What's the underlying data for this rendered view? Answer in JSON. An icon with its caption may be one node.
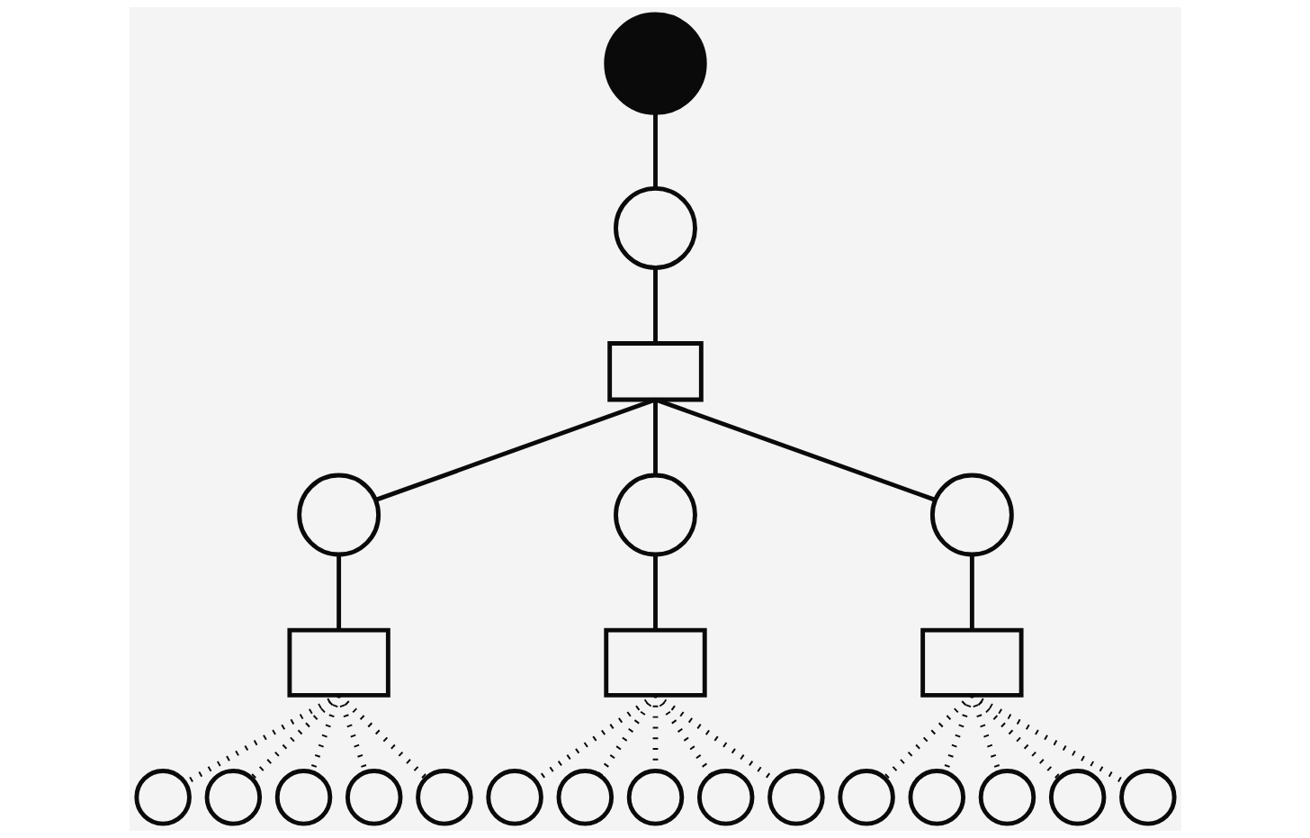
{
  "diagram": {
    "nodes": [
      {
        "text": [],
        "shape": "circle"
      },
      {
        "text": [],
        "shape": "circle"
      },
      {
        "text": [],
        "shape": "box"
      },
      {
        "text": [],
        "shape": "circle"
      },
      {
        "text": [],
        "shape": "circle"
      },
      {
        "text": [],
        "shape": "circle"
      },
      {
        "text": [],
        "shape": "box"
      },
      {
        "text": [],
        "shape": "box"
      },
      {
        "text": [],
        "shape": "box"
      },
      {
        "text": [],
        "shape": "circle"
      },
      {
        "text": [],
        "shape": "circle"
      },
      {
        "text": [],
        "shape": "circle"
      },
      {
        "text": [],
        "shape": "circle"
      },
      {
        "text": [],
        "shape": "circle"
      },
      {
        "text": [],
        "shape": "circle"
      },
      {
        "text": [],
        "shape": "circle"
      },
      {
        "text": [],
        "shape": "circle"
      },
      {
        "text": [],
        "shape": "circle"
      },
      {
        "text": [],
        "shape": "circle"
      },
      {
        "text": [],
        "shape": "circle"
      },
      {
        "text": [],
        "shape": "circle"
      },
      {
        "text": [],
        "shape": "circle"
      },
      {
        "text": [],
        "shape": "circle"
      },
      {
        "text": [],
        "shape": "circle"
      }
    ],
    "edges": [
      {
        "from": 0,
        "to": 1,
        "arrow": "none"
      },
      {
        "from": 1,
        "to": 2,
        "arrow": "none"
      },
      {
        "from": 2,
        "to": 3,
        "arrow": "none"
      },
      {
        "from": 2,
        "to": 4,
        "arrow": "none"
      },
      {
        "from": 2,
        "to": 5,
        "arrow": "none"
      },
      {
        "from": 3,
        "to": 6,
        "arrow": "none"
      },
      {
        "from": 4,
        "to": 7,
        "arrow": "none"
      },
      {
        "from": 5,
        "to": 8,
        "arrow": "none"
      },
      {
        "from": 6,
        "to": 9,
        "arrow": "none",
        "style": "dashed"
      },
      {
        "from": 6,
        "to": 10,
        "arrow": "none",
        "style": "dashed"
      },
      {
        "from": 6,
        "to": 11,
        "arrow": "none",
        "style": "dashed"
      },
      {
        "from": 6,
        "to": 12,
        "arrow": "none",
        "style": "dashed"
      },
      {
        "from": 6,
        "to": 13,
        "arrow": "none",
        "style": "dashed"
      },
      {
        "from": 7,
        "to": 14,
        "arrow": "none",
        "style": "dashed"
      },
      {
        "from": 7,
        "to": 15,
        "arrow": "none",
        "style": "dashed"
      },
      {
        "from": 7,
        "to": 16,
        "arrow": "none",
        "style": "dashed"
      },
      {
        "from": 7,
        "to": 17,
        "arrow": "none",
        "style": "dashed"
      },
      {
        "from": 7,
        "to": 18,
        "arrow": "none",
        "style": "dashed"
      },
      {
        "from": 8,
        "to": 19,
        "arrow": "none",
        "style": "dashed"
      },
      {
        "from": 8,
        "to": 20,
        "arrow": "none",
        "style": "dashed"
      },
      {
        "from": 8,
        "to": 21,
        "arrow": "none",
        "style": "dashed"
      },
      {
        "from": 8,
        "to": 22,
        "arrow": "none",
        "style": "dashed"
      },
      {
        "from": 8,
        "to": 23,
        "arrow": "none",
        "style": "dashed"
      }
    ]
  }
}
